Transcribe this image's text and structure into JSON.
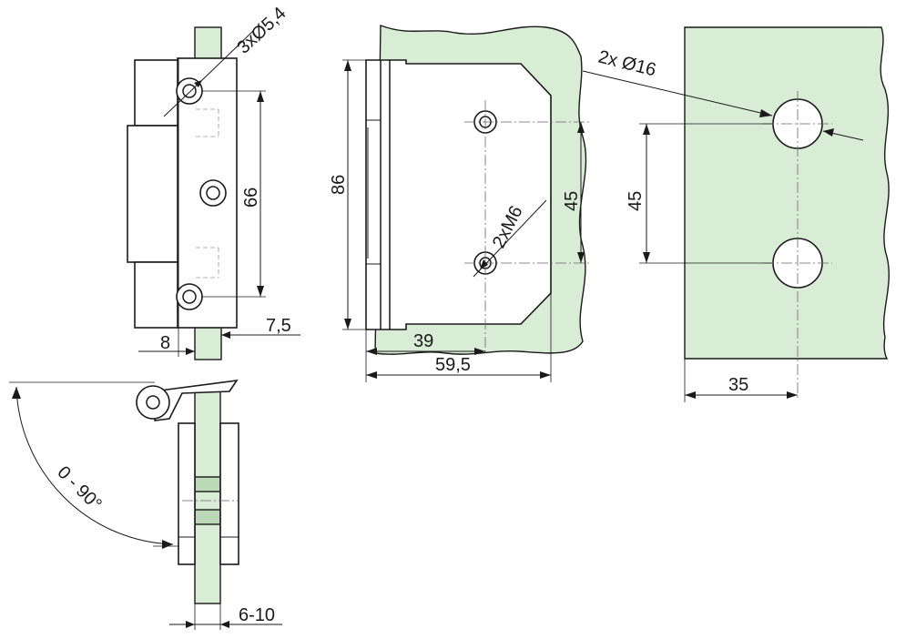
{
  "labels": {
    "screw_holes": "3xØ5,4",
    "bolt_pitch_side": "66",
    "offset_8": "8",
    "offset_7_5": "7,5",
    "angle": "0 - 90°",
    "glass_thickness": "6-10",
    "height_86": "86",
    "thread": "2xM6",
    "pitch_45_plate": "45",
    "depth_39": "39",
    "width_59_5": "59,5",
    "glass_holes": "2x Ø16",
    "pitch_45_glass": "45",
    "edge_35": "35"
  }
}
